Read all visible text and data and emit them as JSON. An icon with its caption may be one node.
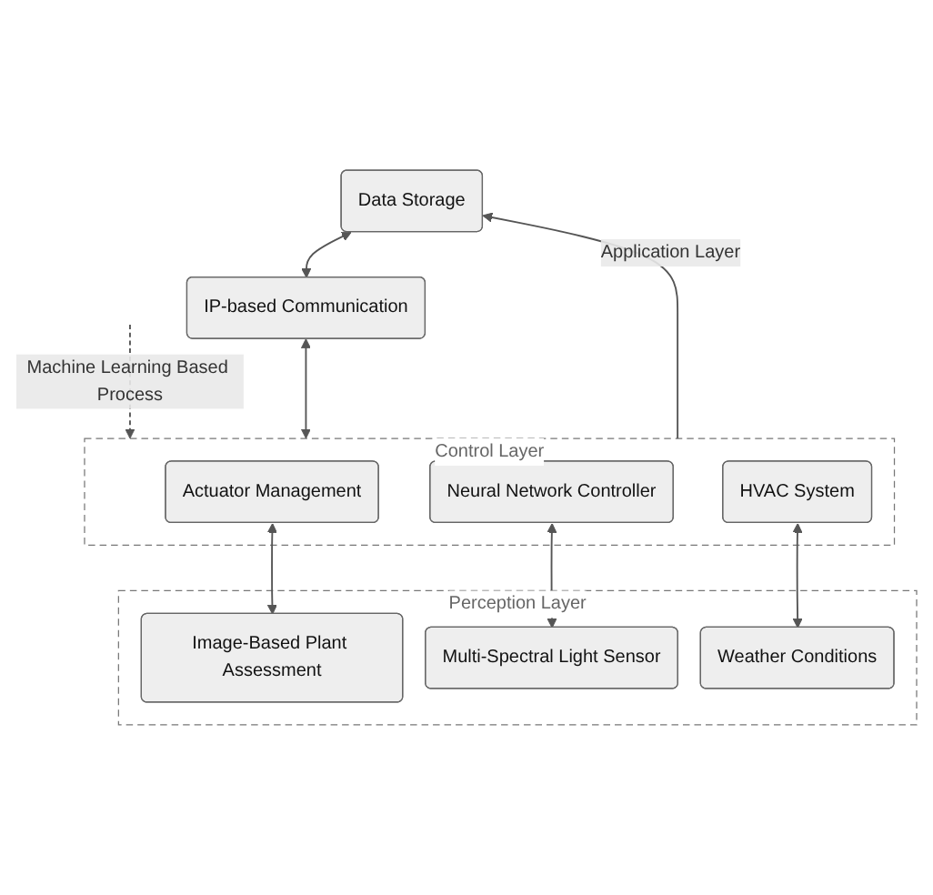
{
  "diagram": {
    "nodes": [
      {
        "text": [
          "Data Storage"
        ]
      },
      {
        "text": [
          "IP-based Communication"
        ]
      },
      {
        "text": [
          "Control Layer"
        ]
      },
      {
        "text": [
          "Actuator Management"
        ],
        "in": 2
      },
      {
        "text": [
          "Neural Network Controller"
        ],
        "in": 2
      },
      {
        "text": [
          "HVAC System"
        ],
        "in": 2
      },
      {
        "text": [
          "Perception Layer"
        ]
      },
      {
        "text": [
          "Image-Based Plant Assessment"
        ],
        "in": 6
      },
      {
        "text": [
          "Multi-Spectral Light Sensor"
        ],
        "in": 6
      },
      {
        "text": [
          "Weather Conditions"
        ],
        "in": 6
      }
    ],
    "edges": [
      {
        "from": null,
        "to": 2,
        "arrow": "to",
        "label": "Machine Learning Based Process",
        "style": "dashed"
      },
      {
        "from": 0,
        "to": 1,
        "arrow": "both"
      },
      {
        "from": 1,
        "to": 2,
        "arrow": "both"
      },
      {
        "from": 2,
        "to": 0,
        "arrow": "to",
        "label": "Application Layer"
      },
      {
        "from": 3,
        "to": 7,
        "arrow": "both"
      },
      {
        "from": 4,
        "to": 8,
        "arrow": "both"
      },
      {
        "from": 5,
        "to": 9,
        "arrow": "both"
      }
    ]
  }
}
